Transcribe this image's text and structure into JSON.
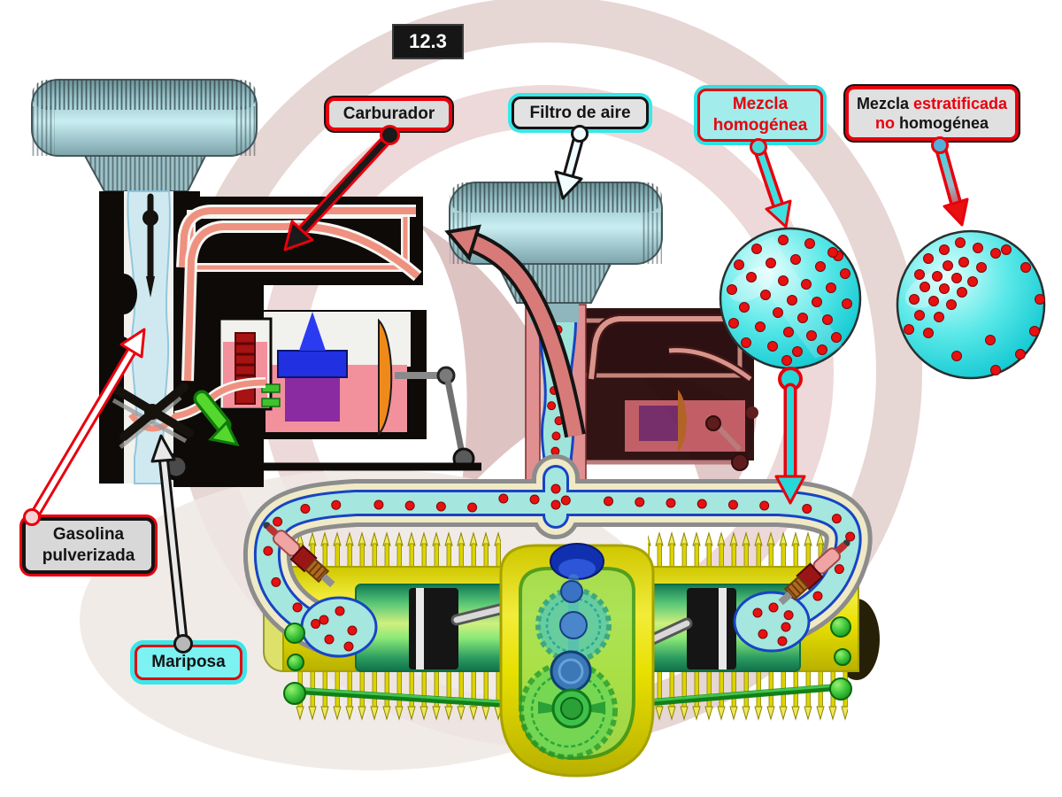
{
  "figure": {
    "badge_number": "12.3"
  },
  "callouts": {
    "carburador": {
      "label": "Carburador"
    },
    "filtro_de_aire": {
      "label": "Filtro de aire"
    },
    "mezcla_homogenea": {
      "line1": "Mezcla",
      "line2": "homogénea"
    },
    "mezcla_estratificada": {
      "word1": "Mezcla",
      "word2": "estratificada",
      "word3": "no",
      "word4": "homogénea"
    },
    "gasolina_pulverizada": {
      "line1": "Gasolina",
      "line2": "pulverizada"
    },
    "mariposa": {
      "label": "Mariposa"
    }
  },
  "mixture_circles": {
    "homogeneous": {
      "description": "uniform droplet distribution",
      "dot_count": 33,
      "dots": [
        [
          -8,
          -66
        ],
        [
          22,
          -62
        ],
        [
          -38,
          -56
        ],
        [
          54,
          -48
        ],
        [
          -58,
          -38
        ],
        [
          6,
          -44
        ],
        [
          -22,
          -40
        ],
        [
          34,
          -36
        ],
        [
          62,
          -28
        ],
        [
          -44,
          -24
        ],
        [
          -8,
          -20
        ],
        [
          18,
          -16
        ],
        [
          46,
          -12
        ],
        [
          -66,
          -10
        ],
        [
          -28,
          -4
        ],
        [
          2,
          2
        ],
        [
          30,
          4
        ],
        [
          64,
          6
        ],
        [
          -52,
          10
        ],
        [
          -14,
          16
        ],
        [
          14,
          22
        ],
        [
          42,
          24
        ],
        [
          -64,
          28
        ],
        [
          -34,
          32
        ],
        [
          -2,
          38
        ],
        [
          24,
          42
        ],
        [
          52,
          44
        ],
        [
          -50,
          50
        ],
        [
          -20,
          54
        ],
        [
          8,
          60
        ],
        [
          36,
          58
        ],
        [
          -4,
          70
        ],
        [
          48,
          -52
        ]
      ]
    },
    "stratified": {
      "description": "droplets clustered upper-left",
      "dot_count": 30,
      "dots": [
        [
          -12,
          -70
        ],
        [
          8,
          -64
        ],
        [
          -30,
          -62
        ],
        [
          28,
          -58
        ],
        [
          -48,
          -52
        ],
        [
          -8,
          -48
        ],
        [
          -26,
          -44
        ],
        [
          12,
          -42
        ],
        [
          -58,
          -34
        ],
        [
          -38,
          -32
        ],
        [
          -16,
          -30
        ],
        [
          2,
          -26
        ],
        [
          -52,
          -20
        ],
        [
          -30,
          -18
        ],
        [
          -10,
          -14
        ],
        [
          -64,
          -6
        ],
        [
          -42,
          -4
        ],
        [
          -22,
          0
        ],
        [
          -58,
          12
        ],
        [
          -36,
          14
        ],
        [
          -70,
          28
        ],
        [
          -48,
          32
        ],
        [
          40,
          -62
        ],
        [
          62,
          -42
        ],
        [
          78,
          -6
        ],
        [
          72,
          30
        ],
        [
          56,
          56
        ],
        [
          22,
          40
        ],
        [
          -16,
          58
        ],
        [
          28,
          74
        ]
      ]
    }
  },
  "engine": {
    "manifold_droplets": 26,
    "stream_droplets": 13
  },
  "colors": {
    "droplet": "#e81010",
    "red-accent": "#e8000d",
    "cyan-accent": "#2ee0e0",
    "mixture": "#a5e6de",
    "engine-yellow": "#e8e000",
    "fuel-pink": "#f2919c",
    "fuel-salmon": "#ef9180",
    "filter-cyan": "#c9eef2"
  }
}
